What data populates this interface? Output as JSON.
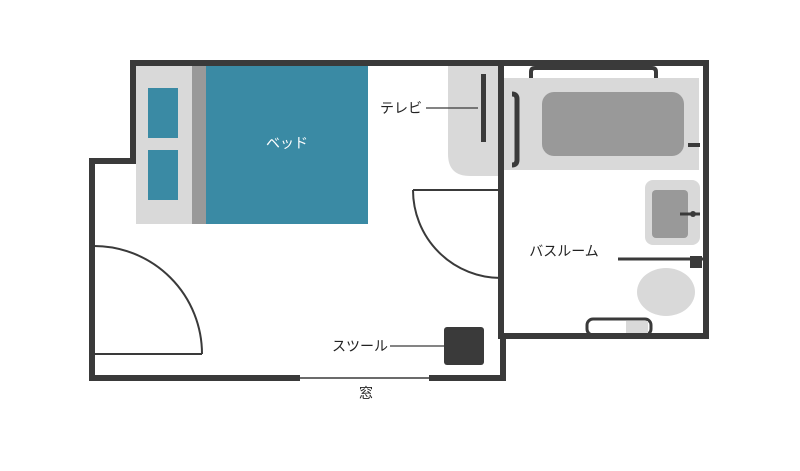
{
  "labels": {
    "bed": "ベッド",
    "tv": "テレビ",
    "bathroom": "バスルーム",
    "stool": "スツール",
    "window": "窓"
  },
  "colors": {
    "wall": "#3a3a3a",
    "bed": "#3a8aa4",
    "furniture_light": "#d9d9d9",
    "fixture_dark": "#999999",
    "stool": "#3a3a3a",
    "background": "#ffffff"
  }
}
